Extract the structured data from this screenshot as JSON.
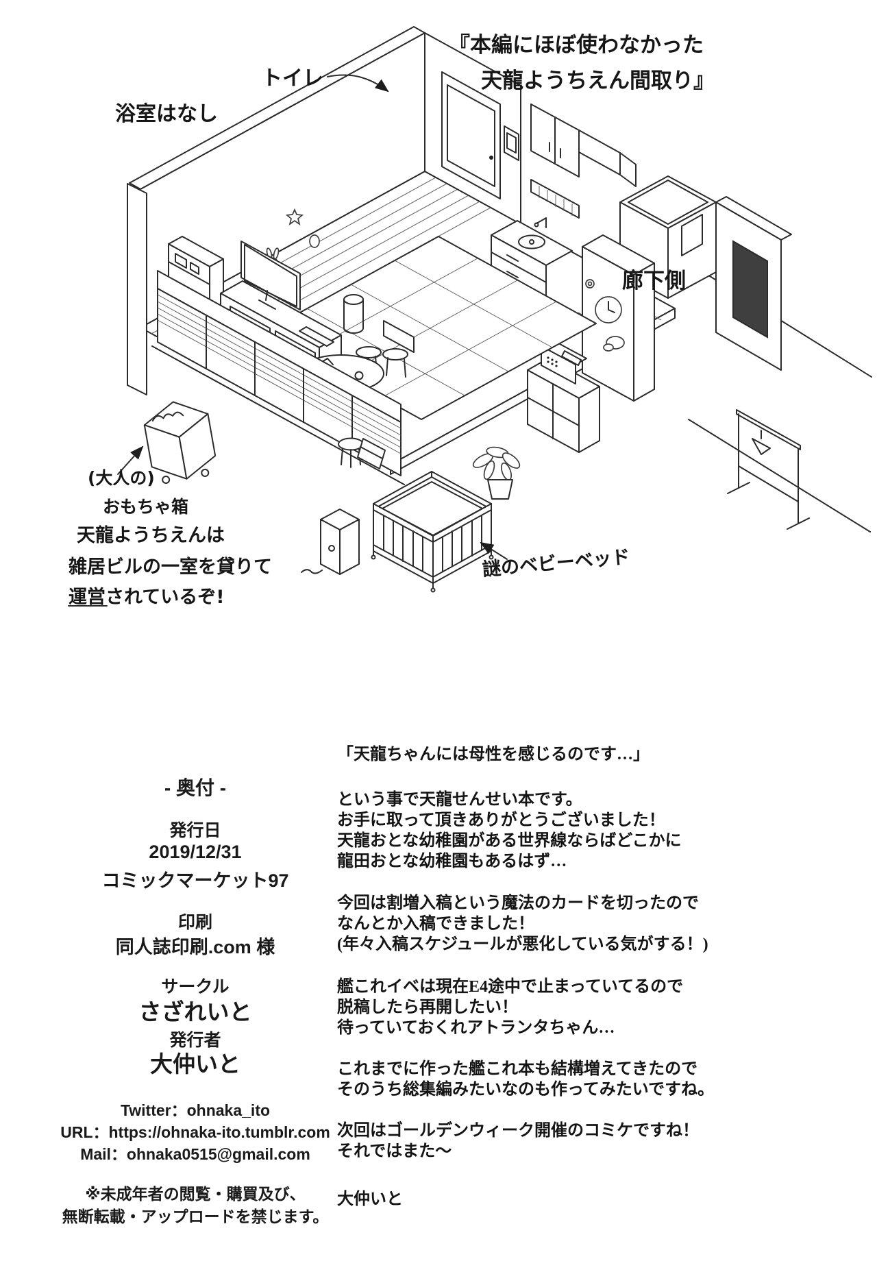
{
  "floorplan": {
    "title_note_line1": "『本編にほぼ使わなかった",
    "title_note_line2": "天龍ようちえん間取り』",
    "labels": {
      "toilet": "トイレ",
      "no_bath": "浴室はなし",
      "corridor": "廊下側",
      "toybox_line1": "(大人の)",
      "toybox_line2": "おもちゃ箱",
      "building_note_line1": "天龍ようちえんは",
      "building_note_line2": "雑居ビルの一室を貸りて",
      "building_note_line3": "運営されているぞ!",
      "crib": "謎のベビーベッド"
    }
  },
  "colophon": {
    "heading": "- 奥付 -",
    "publish_label": "発行日",
    "publish_date": "2019/12/31",
    "publish_event": "コミックマーケット97",
    "print_label": "印刷",
    "printer": "同人誌印刷.com 様",
    "circle_label": "サークル",
    "circle_name": "さざれいと",
    "author_label": "発行者",
    "author_name": "大仲いと",
    "contact_twitter": "Twitter：ohnaka_ito",
    "contact_url": "URL：https://ohnaka-ito.tumblr.com",
    "contact_mail": "Mail：ohnaka0515@gmail.com",
    "notice_line1": "※未成年者の閲覧・購買及び、",
    "notice_line2": "無断転載・アップロードを禁じます。"
  },
  "afterword": {
    "quote": "「天龍ちゃんには母性を感じるのです…」",
    "p2": [
      "という事で天龍せんせい本です。",
      "お手に取って頂きありがとうございました！",
      "天龍おとな幼稚園がある世界線ならばどこかに",
      "龍田おとな幼稚園もあるはず…"
    ],
    "p3": [
      "今回は割増入稿という魔法のカードを切ったので",
      "なんとか入稿できました！",
      "(年々入稿スケジュールが悪化している気がする！)"
    ],
    "p4": [
      "艦これイベは現在E4途中で止まっていてるので",
      "脱稿したら再開したい！",
      "待っていておくれアトランタちゃん…"
    ],
    "p5": [
      "これまでに作った艦これ本も結構増えてきたので",
      "そのうち総集編みたいなのも作ってみたいですね。"
    ],
    "p6": [
      "次回はゴールデンウィーク開催のコミケですね！",
      "それではまた〜"
    ],
    "signature": "大仲いと"
  }
}
